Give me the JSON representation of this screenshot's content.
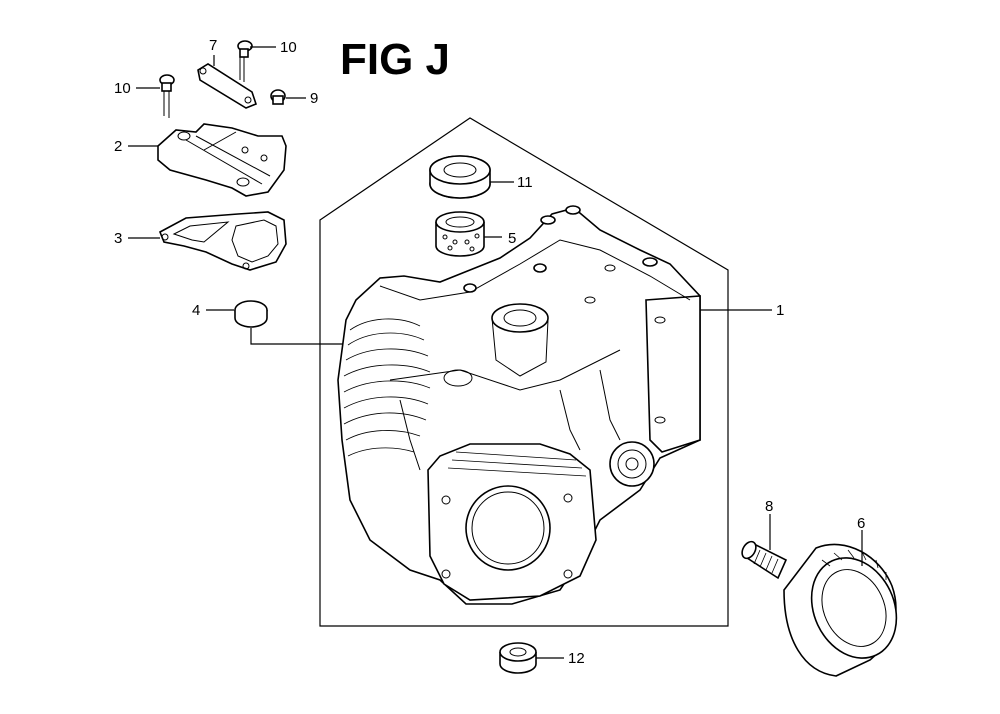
{
  "figure": {
    "title": "FIG J"
  },
  "callouts": {
    "c1": "1",
    "c2": "2",
    "c3": "3",
    "c4": "4",
    "c5": "5",
    "c6": "6",
    "c7": "7",
    "c8": "8",
    "c9": "9",
    "c10a": "10",
    "c10b": "10",
    "c11": "11",
    "c12": "12"
  }
}
